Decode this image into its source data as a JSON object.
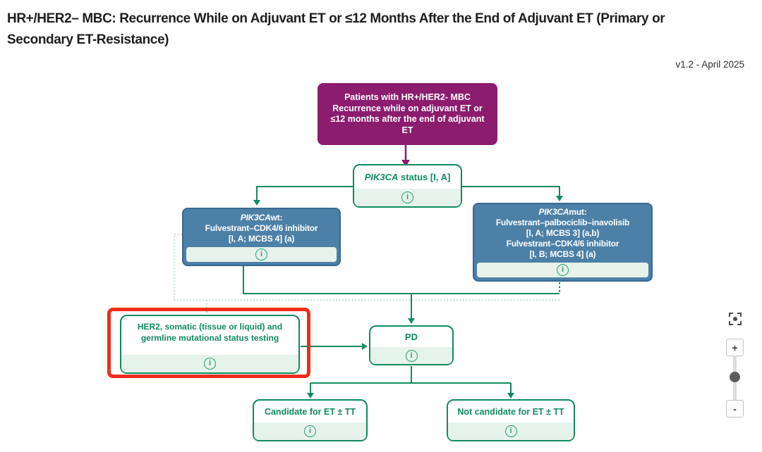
{
  "header": {
    "title_lines": [
      "HR+/HER2– MBC: Recurrence While on Adjuvant ET or ≤12 Months After the End of Adjuvant ET (Primary or",
      "Secondary ET-Resistance)"
    ],
    "version": "v1.2 - April 2025"
  },
  "icons": {
    "info": "i"
  },
  "nodes": {
    "patients": {
      "lines": [
        "Patients with HR+/HER2- MBC",
        "Recurrence while on adjuvant ET or",
        "≤12 months after the end of adjuvant",
        "ET"
      ]
    },
    "pik3ca_status": {
      "gene": "PIK3CA",
      "label_suffix": " status [I, A]"
    },
    "pik3ca_wt": {
      "gene": "PIK3CA",
      "gene_suffix": "wt:",
      "lines": [
        "Fulvestrant–CDK4/6 inhibitor",
        "[I, A; MCBS 4] (a)"
      ]
    },
    "pik3ca_mut": {
      "gene": "PIK3CA",
      "gene_suffix": "mut:",
      "lines": [
        "Fulvestrant–palbociclib–inavolisib",
        "[I, A; MCBS 3] (a,b)",
        "Fulvestrant–CDK4/6 inhibitor",
        "[I, B; MCBS 4] (a)"
      ]
    },
    "her2_testing": {
      "lines": [
        "HER2, somatic (tissue or liquid) and",
        "germline mutational status testing"
      ]
    },
    "pd": {
      "label": "PD"
    },
    "candidate": {
      "label": "Candidate for ET ± TT"
    },
    "not_candidate": {
      "label": "Not candidate for ET ± TT"
    }
  },
  "controls": {
    "zoom_in": "+",
    "zoom_out": "-"
  },
  "colors": {
    "flow_green": "#0f8b5d",
    "light_band": "#e6f2ec",
    "node_blue": "#4d80a6",
    "node_purple": "#8b1c6e",
    "highlight_red": "#f02d19",
    "dotted_light_green": "#b7d9c6"
  }
}
